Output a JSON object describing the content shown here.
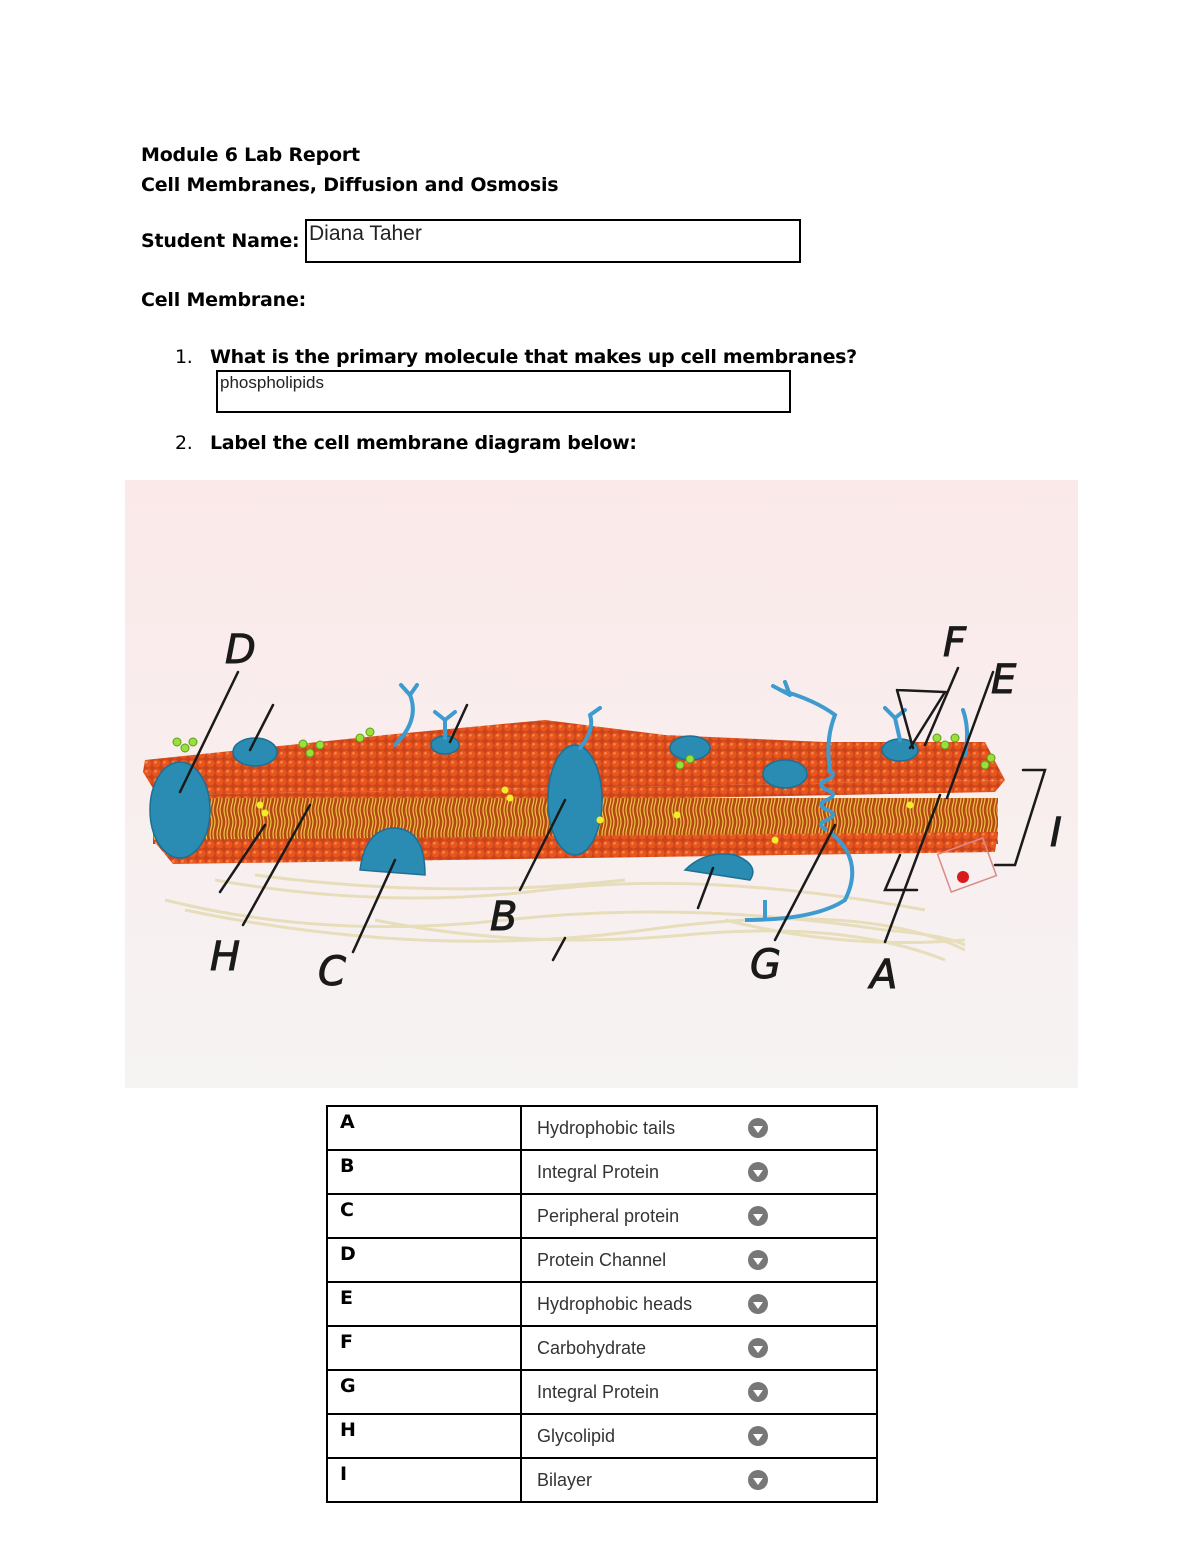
{
  "header": {
    "title": "Module 6 Lab Report",
    "subtitle": "Cell Membranes, Diffusion and Osmosis"
  },
  "student": {
    "label": "Student Name:",
    "value": "Diana Taher"
  },
  "section": {
    "label": "Cell Membrane:"
  },
  "questions": [
    {
      "number": "1.",
      "text": "What is the primary molecule that makes up cell membranes?",
      "answer": "phospholipids"
    },
    {
      "number": "2.",
      "text": "Label the cell membrane diagram below:"
    }
  ],
  "diagram": {
    "labels": [
      "D",
      "F",
      "E",
      "I",
      "H",
      "C",
      "B",
      "G",
      "A"
    ]
  },
  "answer_table": {
    "rows": [
      {
        "letter": "A",
        "answer": "Hydrophobic tails"
      },
      {
        "letter": "B",
        "answer": "Integral Protein"
      },
      {
        "letter": "C",
        "answer": "Peripheral protein"
      },
      {
        "letter": "D",
        "answer": "Protein Channel"
      },
      {
        "letter": "E",
        "answer": "Hydrophobic heads"
      },
      {
        "letter": "F",
        "answer": "Carbohydrate"
      },
      {
        "letter": "G",
        "answer": "Integral Protein"
      },
      {
        "letter": "H",
        "answer": "Glycolipid"
      },
      {
        "letter": "I",
        "answer": "Bilayer"
      }
    ],
    "dropdown_icon": "chevron-down-circle-icon"
  }
}
